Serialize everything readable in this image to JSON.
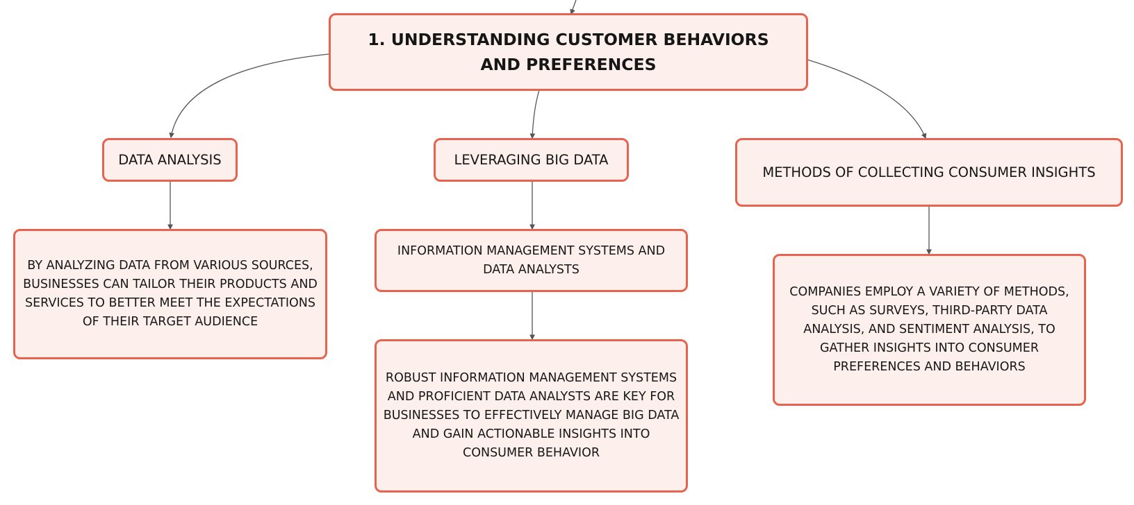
{
  "mindmap": {
    "root": {
      "label": "1. UNDERSTANDING CUSTOMER BEHAVIORS AND PREFERENCES"
    },
    "branches": [
      {
        "label": "DATA ANALYSIS",
        "children": [
          {
            "label": "BY ANALYZING DATA FROM VARIOUS SOURCES, BUSINESSES CAN TAILOR THEIR PRODUCTS AND SERVICES TO BETTER MEET THE EXPECTATIONS OF THEIR TARGET AUDIENCE"
          }
        ]
      },
      {
        "label": "LEVERAGING BIG DATA",
        "children": [
          {
            "label": "INFORMATION MANAGEMENT SYSTEMS AND DATA ANALYSTS"
          },
          {
            "label": "ROBUST INFORMATION MANAGEMENT SYSTEMS AND PROFICIENT DATA ANALYSTS ARE KEY FOR BUSINESSES TO EFFECTIVELY MANAGE BIG DATA AND GAIN ACTIONABLE INSIGHTS INTO CONSUMER BEHAVIOR"
          }
        ]
      },
      {
        "label": "METHODS OF COLLECTING CONSUMER INSIGHTS",
        "children": [
          {
            "label": "COMPANIES EMPLOY A VARIETY OF METHODS, SUCH AS SURVEYS, THIRD-PARTY DATA ANALYSIS, AND SENTIMENT ANALYSIS, TO GATHER INSIGHTS INTO CONSUMER PREFERENCES AND BEHAVIORS"
          }
        ]
      }
    ]
  },
  "colors": {
    "node_border": "#e8634d",
    "node_fill": "#fdf0ec",
    "connector": "#555555",
    "text": "#161616"
  }
}
